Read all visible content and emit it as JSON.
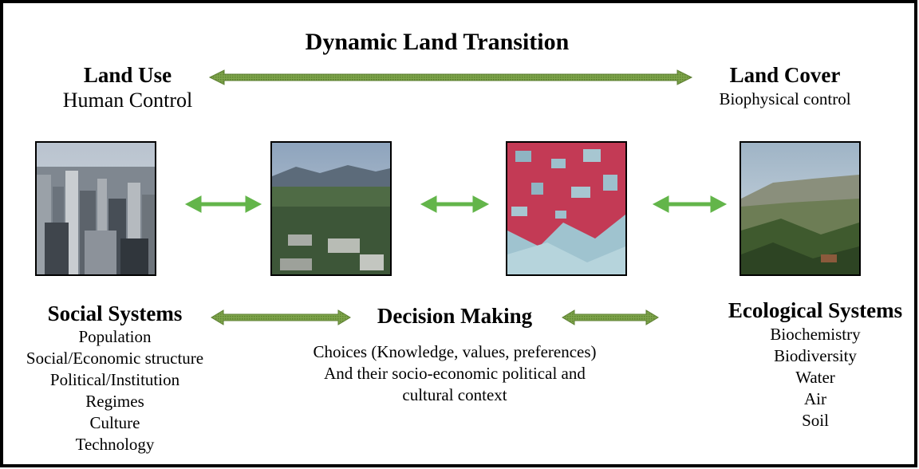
{
  "title": "Dynamic Land Transition",
  "land_use": {
    "heading": "Land Use",
    "subheading": "Human Control"
  },
  "land_cover": {
    "heading": "Land Cover",
    "subheading": "Biophysical control"
  },
  "images": [
    {
      "id": "city-skyline",
      "alt": "city-photo"
    },
    {
      "id": "suburban-valley",
      "alt": "suburb-photo"
    },
    {
      "id": "satellite-fields",
      "alt": "satellite-photo"
    },
    {
      "id": "mountain-valley",
      "alt": "valley-photo"
    }
  ],
  "social_systems": {
    "heading": "Social Systems",
    "items": [
      "Population",
      "Social/Economic structure",
      "Political/Institution",
      "Regimes",
      "Culture",
      "Technology"
    ]
  },
  "decision_making": {
    "heading": "Decision Making",
    "lines": [
      "Choices (Knowledge, values, preferences)",
      "And their socio-economic political and",
      "cultural context"
    ]
  },
  "ecological_systems": {
    "heading": "Ecological Systems",
    "items": [
      "Biochemistry",
      "Biodiversity",
      "Water",
      "Air",
      "Soil"
    ]
  },
  "colors": {
    "arrow_dark": "#6f9a3c",
    "arrow_light": "#63b54a",
    "frame": "#000000"
  }
}
